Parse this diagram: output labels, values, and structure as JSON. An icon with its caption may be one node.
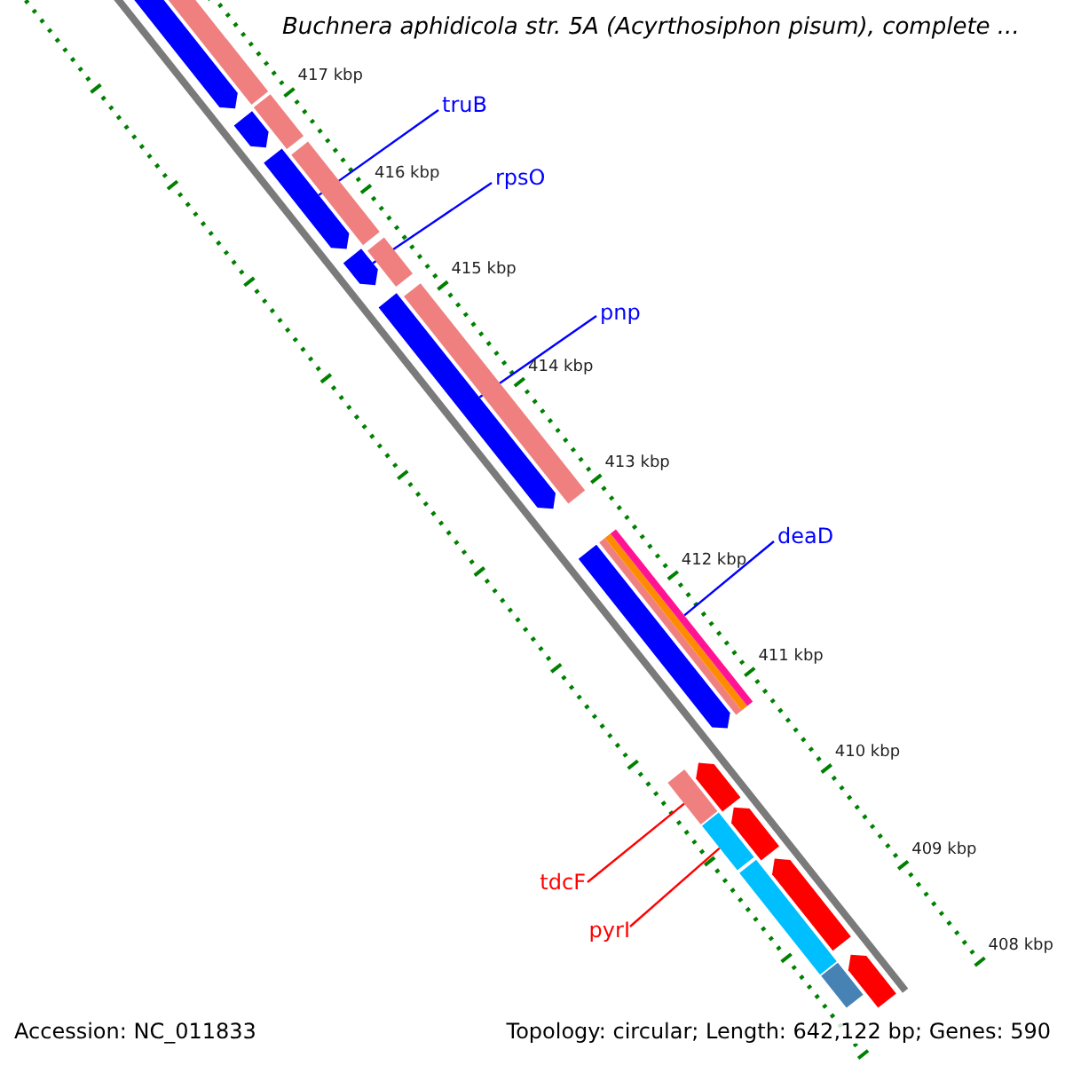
{
  "diagram": {
    "title": "Buchnera aphidicola str. 5A (Acyrthosiphon pisum), complete ...",
    "nodes": [
      {
        "text": [
          "truB"
        ]
      },
      {
        "text": [],
        "shape": "arrow"
      },
      {
        "text": [
          "rpsO"
        ]
      },
      {
        "text": [],
        "shape": "arrow"
      },
      {
        "text": [
          "pnp"
        ]
      },
      {
        "text": [],
        "shape": "arrow"
      },
      {
        "text": [
          "deaD"
        ]
      },
      {
        "text": [],
        "shape": "bar"
      },
      {
        "text": [
          "tdcF"
        ]
      },
      {
        "text": [],
        "shape": "bar"
      },
      {
        "text": [
          "pyrI"
        ]
      },
      {
        "text": [],
        "shape": "bar"
      },
      {
        "text": [],
        "shape": "arrow"
      },
      {
        "text": [],
        "shape": "bar"
      },
      {
        "text": [],
        "shape": "arrow"
      },
      {
        "text": [],
        "shape": "bar"
      },
      {
        "text": [],
        "shape": "bar"
      },
      {
        "text": [],
        "shape": "bar"
      },
      {
        "text": [],
        "shape": "bar"
      },
      {
        "text": [],
        "shape": "arrow"
      },
      {
        "text": [],
        "shape": "arrow"
      },
      {
        "text": [],
        "shape": "arrow"
      },
      {
        "text": [],
        "shape": "bar"
      },
      {
        "text": [],
        "shape": "arrow"
      },
      {
        "text": [],
        "shape": "arrow"
      },
      {
        "text": [],
        "shape": "bar"
      }
    ],
    "edges": [
      {
        "from": 0,
        "to": 1,
        "arrow": "none"
      },
      {
        "from": 2,
        "to": 3,
        "arrow": "none"
      },
      {
        "from": 4,
        "to": 5,
        "arrow": "none"
      },
      {
        "from": 6,
        "to": 7,
        "arrow": "none"
      },
      {
        "from": 8,
        "to": 9,
        "arrow": "none",
        "color": "#ff0000"
      },
      {
        "from": 10,
        "to": 11,
        "arrow": "none",
        "color": "#ff0000"
      }
    ],
    "labels": [
      "417 kbp",
      "416 kbp",
      "415 kbp",
      "414 kbp",
      "413 kbp",
      "412 kbp",
      "411 kbp",
      "410 kbp",
      "409 kbp",
      "408 kbp",
      "Accession: NC_011833",
      "Topology: circular; Length: 642,122 bp; Genes: 590"
    ]
  }
}
